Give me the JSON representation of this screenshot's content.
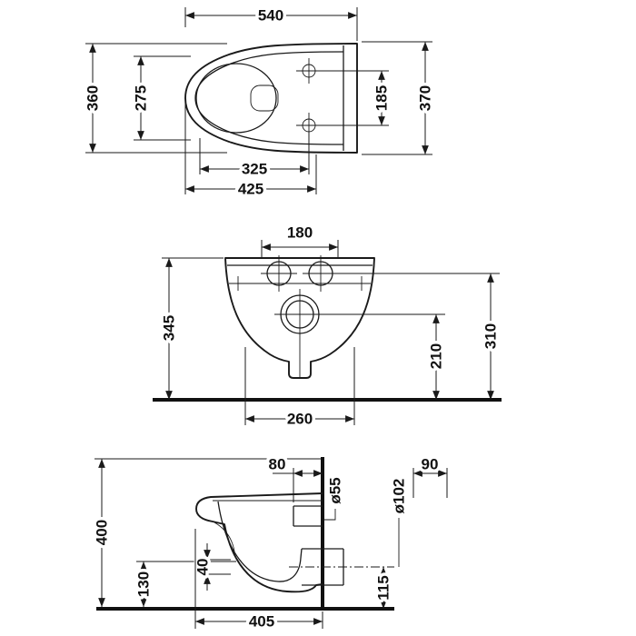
{
  "drawing": {
    "subject": "wall-hung toilet technical dimension drawing",
    "colors": {
      "line": "#1a1a1a",
      "background": "#ffffff"
    },
    "dims": {
      "top": {
        "length": "540",
        "width": "360",
        "rim_width": "275",
        "hole_spacing": "185",
        "overall_width": "370",
        "bowl_length": "325",
        "fixing_length": "425"
      },
      "front": {
        "connection_spacing": "180",
        "height": "345",
        "outlet_height": "210",
        "connection_height": "310",
        "base_width": "260"
      },
      "side": {
        "flush_offset": "80",
        "flush_diameter": "ø55",
        "outlet_diameter": "ø102",
        "outlet_offset": "90",
        "height": "400",
        "clearance": "130",
        "thickness": "40",
        "depth": "405",
        "outlet_floor_height": "115"
      }
    }
  }
}
